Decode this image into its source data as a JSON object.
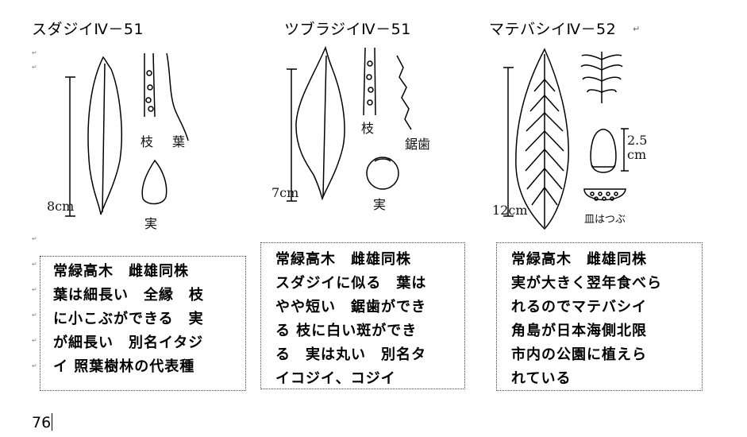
{
  "species": [
    {
      "title": "スダジイⅣ－51",
      "labels": {
        "branch": "枝",
        "leaf": "葉",
        "fruit": "実",
        "size": "8cm"
      },
      "description": "常緑高木　雌雄同株\n葉は細長い　全縁　枝\nに小こぶができる　実\nが細長い　別名イタジ\nイ 照葉樹林の代表種"
    },
    {
      "title": "ツブラジイⅣ－51",
      "labels": {
        "branch": "枝",
        "serration": "鋸歯",
        "fruit": "実",
        "size": "7cm"
      },
      "description": "常緑高木　雌雄同株\nスダジイに似る　葉は\nやや短い　鋸歯ができ\nる 枝に白い斑ができ\nる　実は丸い　別名タ\nイコジイ、コジイ"
    },
    {
      "title": "マテバシイⅣ－52",
      "labels": {
        "size": "12cm",
        "fruit_size": "2.5\ncm",
        "cup": "皿はつぶ"
      },
      "description": "常緑高木　雌雄同株\n実が大きく翌年食べら\nれるのでマテバシイ\n角島が日本海側北限\n市内の公園に植えら\nれている"
    }
  ],
  "page_number": "76"
}
